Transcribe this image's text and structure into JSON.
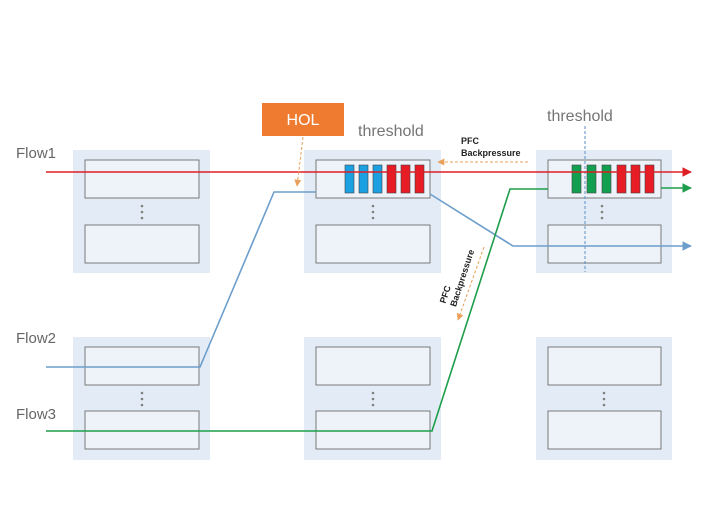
{
  "flows": [
    {
      "id": "flow1",
      "label": "Flow1",
      "color": "#dd1f26"
    },
    {
      "id": "flow2",
      "label": "Flow2",
      "color": "#6c9ecb"
    },
    {
      "id": "flow3",
      "label": "Flow3",
      "color": "#1e9e4a"
    }
  ],
  "hol": {
    "label": "HOL",
    "color": "#ee7b2f"
  },
  "thresholds": {
    "middle": "threshold",
    "right": "threshold"
  },
  "pfc": {
    "top_line1": "PFC",
    "top_line2": "Backpressure",
    "rotated_line1": "PFC",
    "rotated_line2": "Backpressure",
    "arrow_color": "#e9a05a"
  },
  "colors": {
    "switch_bg": "#e3ecf6",
    "buffer_border": "#7a7a7a",
    "packet_blue": "#1ba1e2",
    "packet_red": "#e81c24",
    "packet_green": "#12a050",
    "threshold_line": "#5b8fc4"
  },
  "dots_glyph": "⋮"
}
